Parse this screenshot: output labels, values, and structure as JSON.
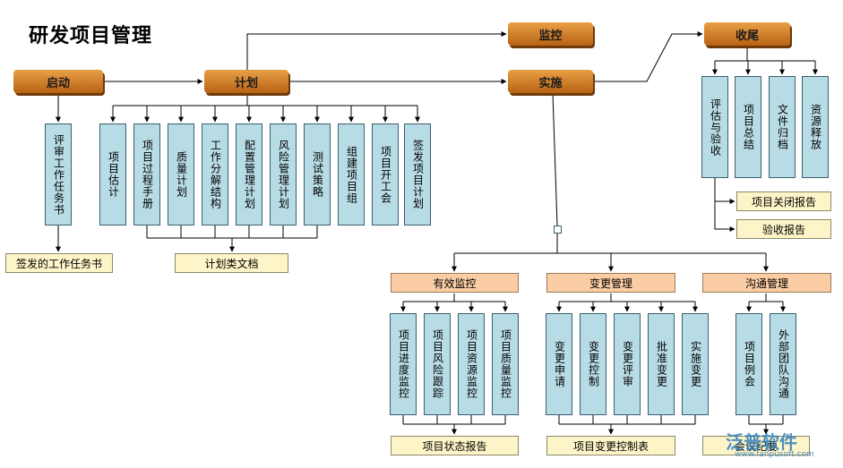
{
  "title": "研发项目管理",
  "phases": {
    "start": "启动",
    "plan": "计划",
    "monitor": "监控",
    "execute": "实施",
    "close": "收尾"
  },
  "start": {
    "task": "评审工作任务书",
    "doc": "签发的工作任务书"
  },
  "plan": {
    "items": [
      "项目估计",
      "项目过程手册",
      "质量计划",
      "工作分解结构",
      "配置管理计划",
      "风险管理计划",
      "测试策略",
      "组建项目组",
      "项目开工会",
      "签发项目计划"
    ],
    "doc": "计划类文档"
  },
  "close": {
    "items": [
      "评估与验收",
      "项目总结",
      "文件归档",
      "资源释放"
    ],
    "docs": [
      "项目关闭报告",
      "验收报告"
    ]
  },
  "execute": {
    "categories": [
      "有效监控",
      "变更管理",
      "沟通管理"
    ],
    "monitor_items": [
      "项目进度监控",
      "项目风险跟踪",
      "项目资源监控",
      "项目质量监控"
    ],
    "change_items": [
      "变更申请",
      "变更控制",
      "变更评审",
      "批准变更",
      "实施变更"
    ],
    "comm_items": [
      "项目例会",
      "外部团队沟通"
    ],
    "docs": [
      "项目状态报告",
      "项目变更控制表",
      "会议纪要"
    ]
  },
  "watermark": {
    "brand": "泛普软件",
    "url": "www.fanpusoft.com"
  },
  "colors": {
    "phase": "#d9822b",
    "box": "#b8dce6",
    "doc": "#fdf5c8",
    "category": "#fbcda4"
  }
}
